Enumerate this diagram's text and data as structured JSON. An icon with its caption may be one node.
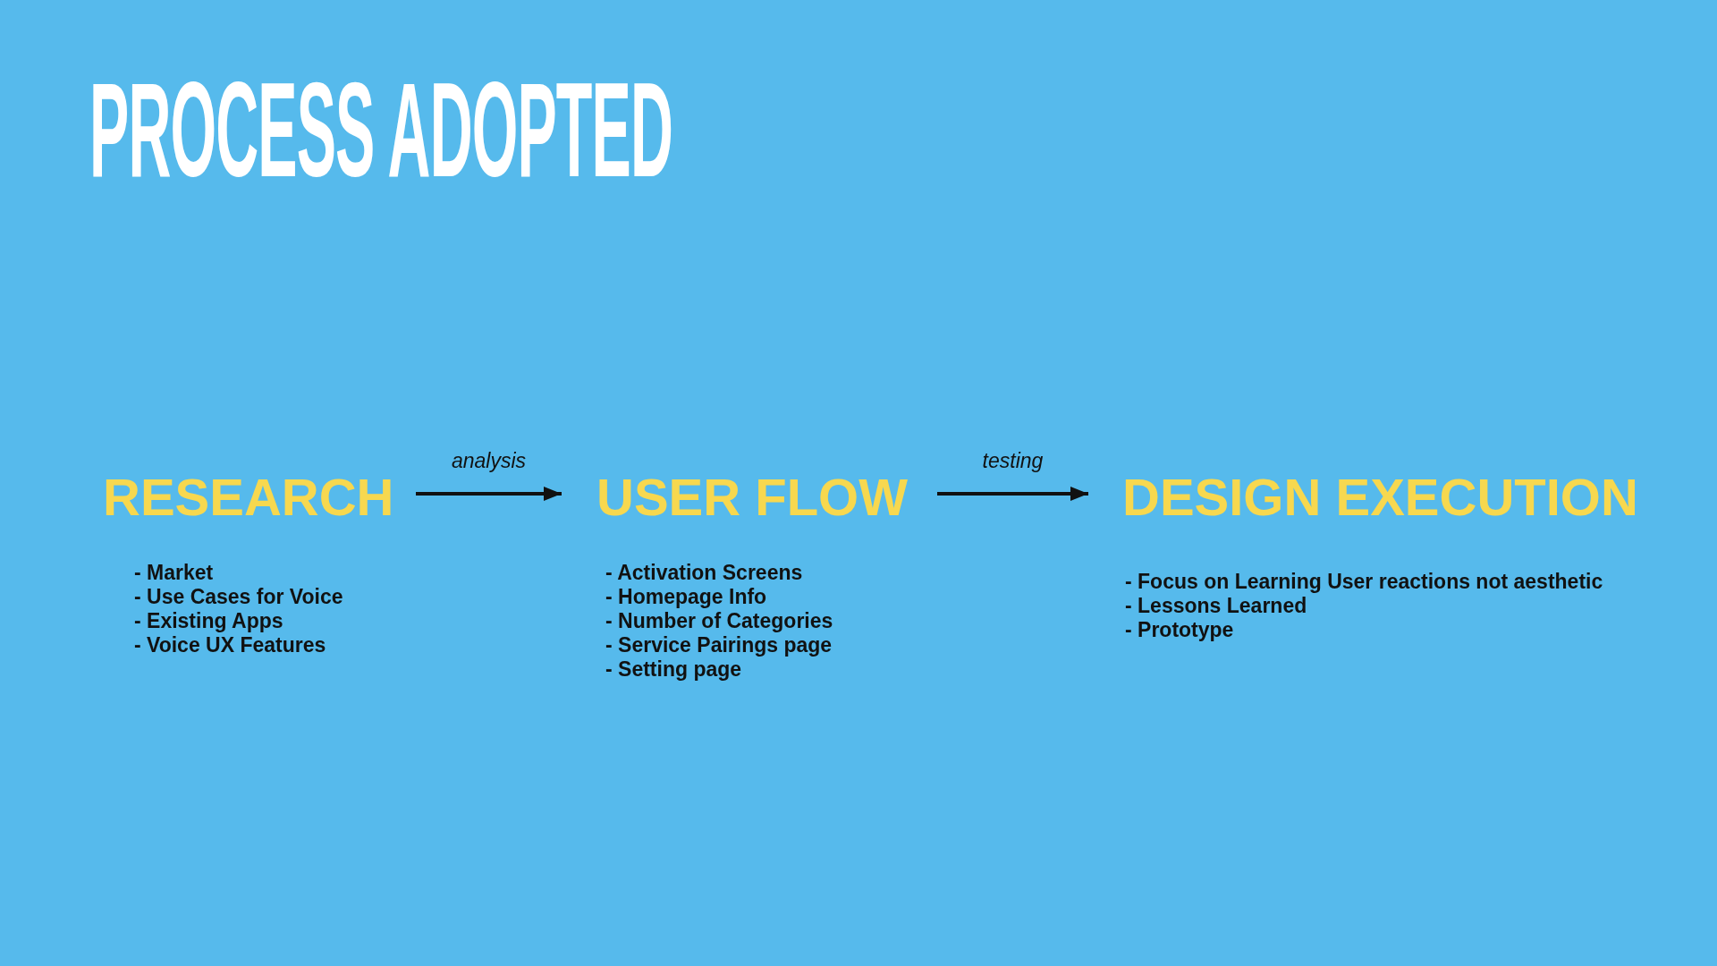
{
  "diagram": {
    "title": "PROCESS ADOPTED",
    "nodes": [
      {
        "text": [
          "RESEARCH",
          "- Market",
          "- Use Cases for Voice",
          "- Existing Apps",
          "- Voice UX Features"
        ]
      },
      {
        "text": [
          "USER FLOW",
          "- Activation Screens",
          "- Homepage Info",
          "- Number of Categories",
          "- Service Pairings page",
          "- Setting page"
        ]
      },
      {
        "text": [
          "DESIGN EXECUTION",
          "- Focus on Learning User reactions not aesthetic",
          "- Lessons Learned",
          "- Prototype"
        ]
      }
    ],
    "edges": [
      {
        "from": 0,
        "to": 1,
        "arrow": "to",
        "label": "analysis"
      },
      {
        "from": 1,
        "to": 2,
        "arrow": "to",
        "label": "testing"
      }
    ]
  }
}
